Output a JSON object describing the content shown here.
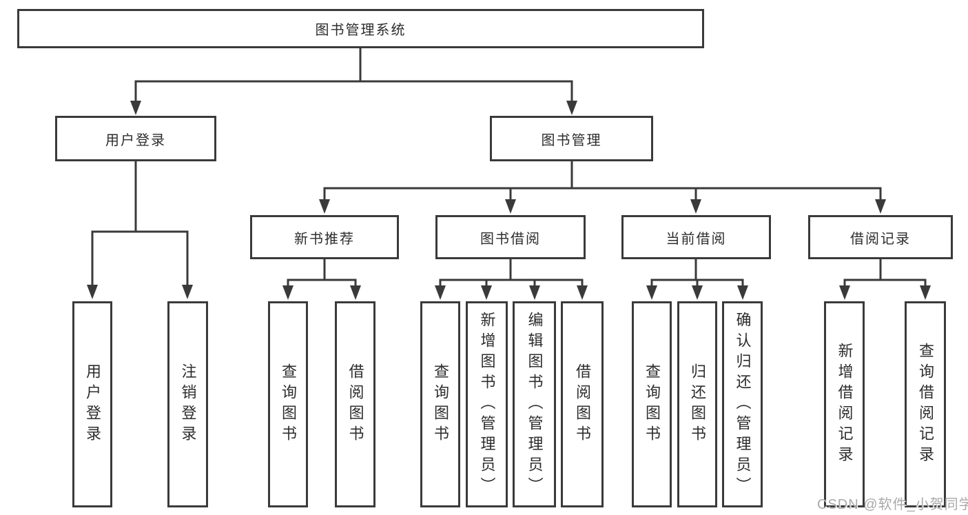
{
  "nodes": {
    "root": {
      "label": "图书管理系统"
    },
    "login": {
      "label": "用户登录",
      "children": [
        "用户登录",
        "注销登录"
      ]
    },
    "management": {
      "label": "图书管理"
    },
    "new_books": {
      "label": "新书推荐",
      "children": [
        "查询图书",
        "借阅图书"
      ]
    },
    "borrowing": {
      "label": "图书借阅",
      "children": [
        "查询图书",
        "新增图书（管理员）",
        "编辑图书（管理员）",
        "借阅图书"
      ]
    },
    "current": {
      "label": "当前借阅",
      "children": [
        "查询图书",
        "归还图书",
        "确认归还（管理员）"
      ]
    },
    "records": {
      "label": "借阅记录",
      "children": [
        "新增借阅记录",
        "查询借阅记录"
      ]
    }
  },
  "watermark": "CSDN @软件_小贺同学",
  "colors": {
    "line": "#3a3a3a",
    "text": "#2d2d2d",
    "watermark": "#a9a9a9",
    "bg": "#ffffff"
  }
}
